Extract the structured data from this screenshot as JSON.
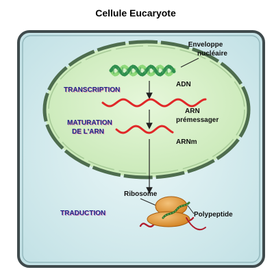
{
  "diagram": {
    "title": "Cellule Eucaryote",
    "labels": {
      "envelope_line1": "Enveloppe",
      "envelope_line2": "nucléaire",
      "dna": "ADN",
      "pre_mrna_line1": "ARN",
      "pre_mrna_line2": "prémessager",
      "mrna": "ARNm",
      "ribosome": "Ribosome",
      "polypeptide": "Polypeptide"
    },
    "steps": {
      "transcription": "TRANSCRIPTION",
      "maturation_line1": "MATURATION",
      "maturation_line2": "DE L'ARN",
      "translation": "TRADUCTION"
    },
    "colors": {
      "cell_fill": "#d6ecef",
      "cell_border": "#3f4a4c",
      "nucleus_fill": "#d7efc8",
      "nucleus_border": "#4e6d4e",
      "dna_light": "#8fd97a",
      "dna_dark": "#2f8f4e",
      "rna": "#e02828",
      "ribosome": "#e3953a",
      "polypeptide": "#2c6b2c",
      "step_text": "#1f2a8a",
      "step_shadow": "#d43c8c"
    }
  }
}
